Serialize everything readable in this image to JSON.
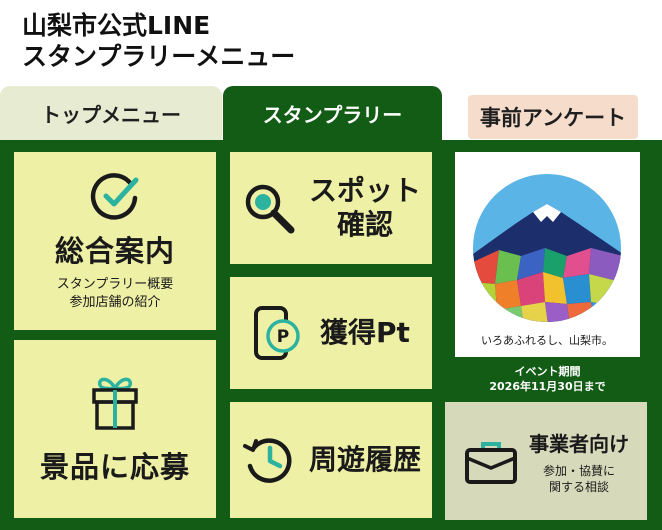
{
  "header": {
    "line1": "山梨市公式LINE",
    "line2": "スタンプラリーメニュー"
  },
  "tabs": {
    "top": "トップメニュー",
    "stamp": "スタンプラリー",
    "survey": "事前アンケート"
  },
  "cards": {
    "guide": {
      "title": "総合案内",
      "sub1": "スタンプラリー概要",
      "sub2": "参加店舗の紹介",
      "icon": "check-circle-icon"
    },
    "prize": {
      "title": "景品に応募",
      "icon": "gift-icon"
    },
    "spot": {
      "line1": "スポット",
      "line2": "確認",
      "icon": "magnifier-icon"
    },
    "points": {
      "label": "獲得Pt",
      "icon": "phone-points-icon"
    },
    "history": {
      "label": "周遊履歴",
      "icon": "history-clock-icon"
    }
  },
  "logo": {
    "tagline": "いろあふれるし、山梨市。"
  },
  "event": {
    "line1": "イベント期間",
    "line2": "2026年11月30日まで"
  },
  "business": {
    "title": "事業者向け",
    "sub1": "参加・協賛に",
    "sub2": "関する相談",
    "icon": "briefcase-icon"
  },
  "colors": {
    "panel": "#135c16",
    "card": "#eef0a6",
    "accent": "#2bb3a0"
  }
}
